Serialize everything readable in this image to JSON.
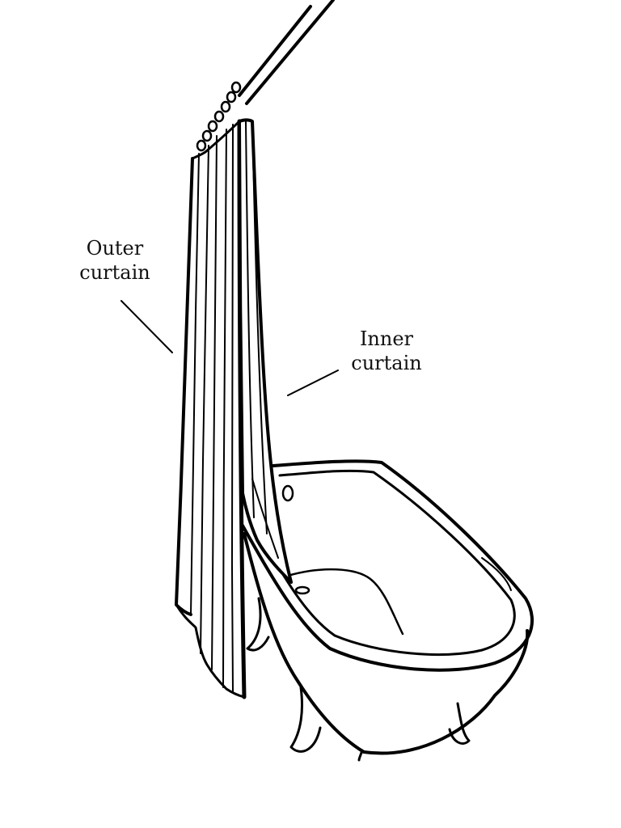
{
  "labels": {
    "outer": {
      "line1": "Outer",
      "line2": "curtain"
    },
    "inner": {
      "line1": "Inner",
      "line2": "curtain"
    }
  },
  "colors": {
    "ink": "#000000",
    "background": "#ffffff",
    "label_text": "#111111"
  },
  "icons": [
    "shower-rod-icon",
    "curtain-ring-icon",
    "clawfoot-bathtub-icon"
  ]
}
